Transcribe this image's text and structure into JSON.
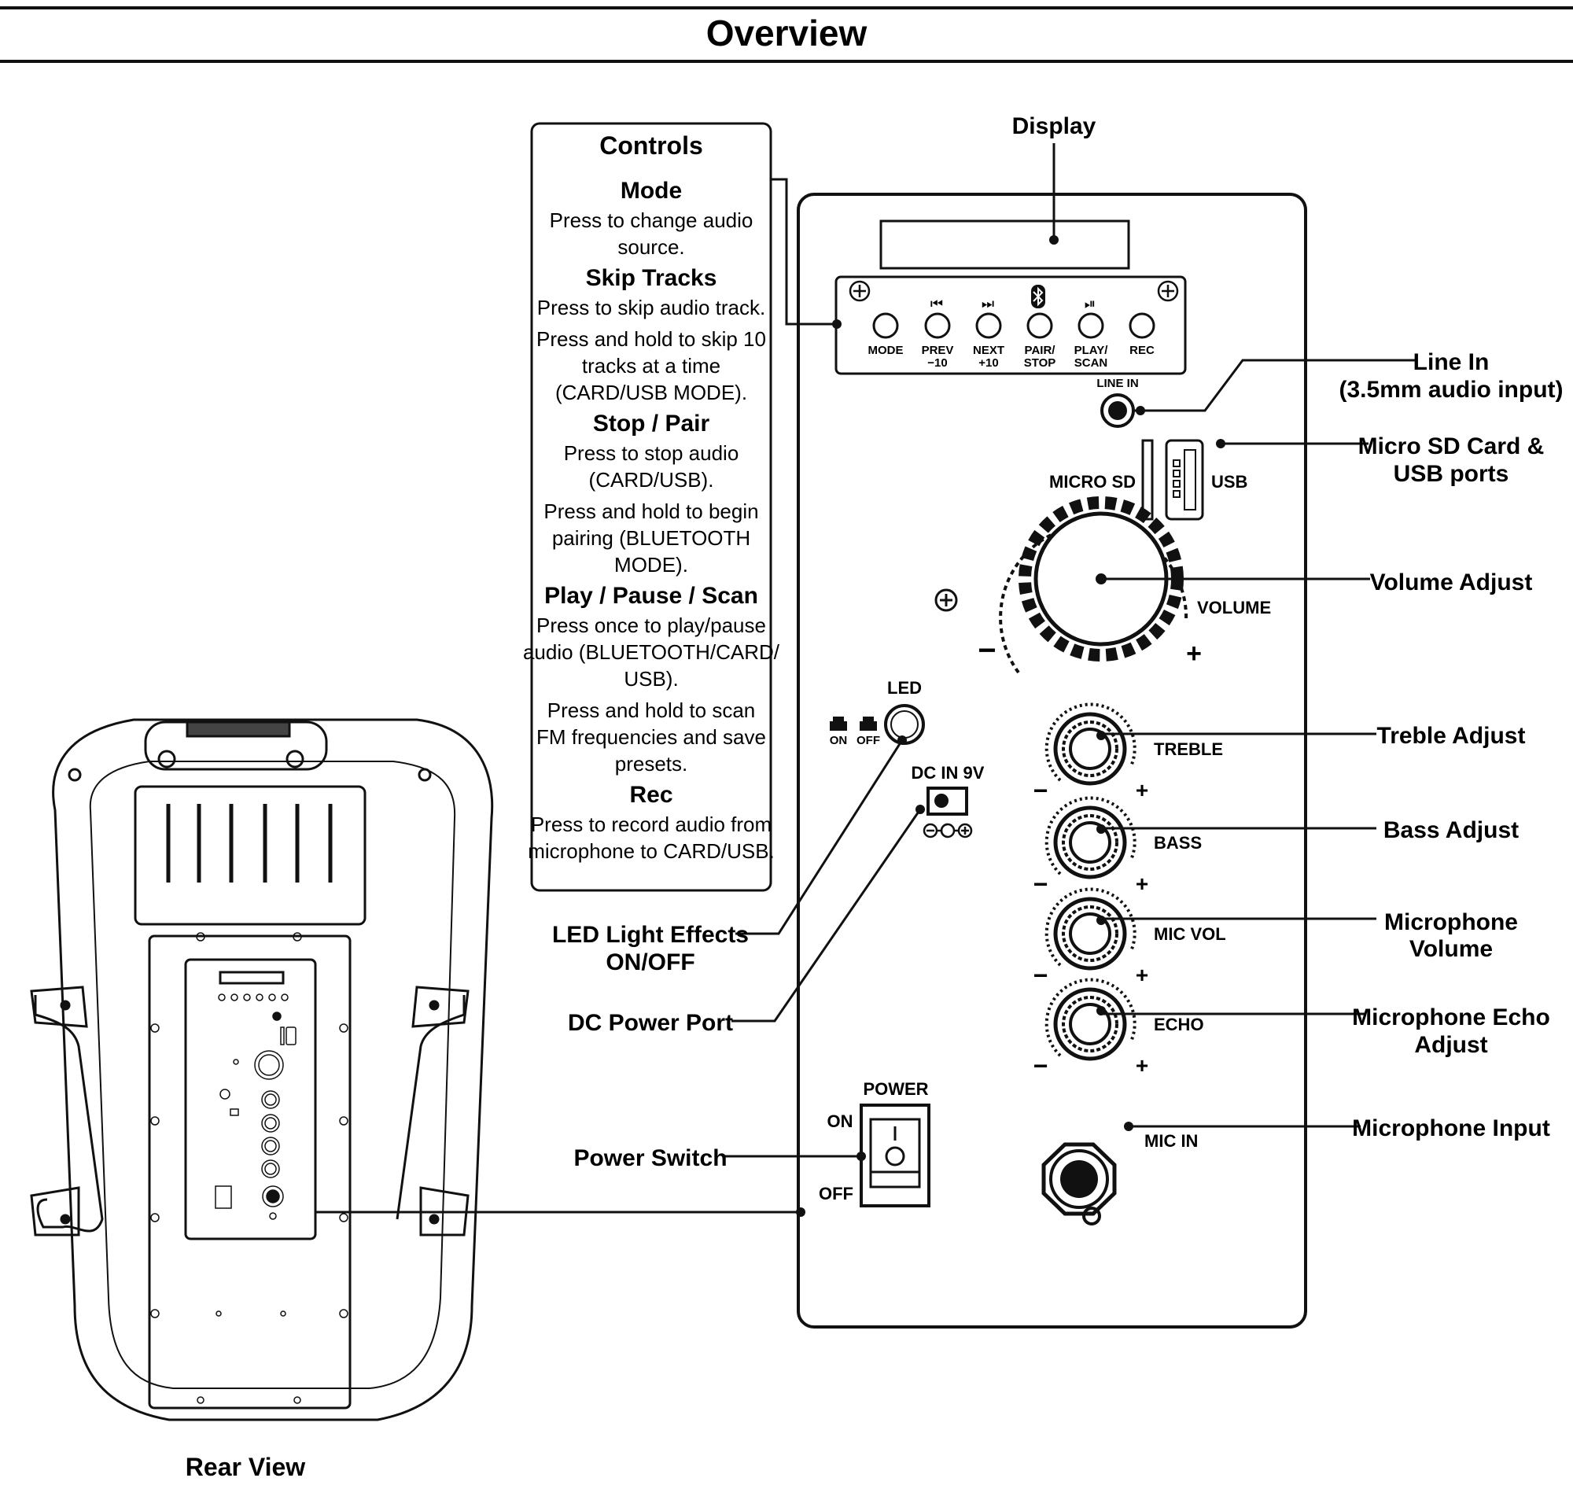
{
  "page": {
    "title": "Overview",
    "rear_view_caption": "Rear View"
  },
  "controls_box": {
    "heading": "Controls",
    "sections": [
      {
        "name": "Mode",
        "lines": [
          "Press to change audio",
          "source."
        ]
      },
      {
        "name": "Skip Tracks",
        "lines": [
          "Press to skip audio track.",
          "Press and hold to skip 10",
          "tracks at a time",
          "(CARD/USB MODE)."
        ]
      },
      {
        "name": "Stop / Pair",
        "lines": [
          "Press to stop audio",
          "(CARD/USB).",
          "Press and hold to begin",
          "pairing (BLUETOOTH",
          "MODE)."
        ]
      },
      {
        "name": "Play / Pause / Scan",
        "lines": [
          "Press once to play/pause",
          "audio (BLUETOOTH/CARD/",
          "USB).",
          "Press and hold to scan",
          "FM frequencies and save",
          "presets."
        ]
      },
      {
        "name": "Rec",
        "lines": [
          "Press to record audio from",
          "microphone to CARD/USB."
        ]
      }
    ]
  },
  "panel": {
    "buttons": [
      {
        "label1": "MODE",
        "label2": ""
      },
      {
        "label1": "PREV",
        "label2": "−10"
      },
      {
        "label1": "NEXT",
        "label2": "+10"
      },
      {
        "label1": "PAIR/",
        "label2": "STOP"
      },
      {
        "label1": "PLAY/",
        "label2": "SCAN"
      },
      {
        "label1": "REC",
        "label2": ""
      }
    ],
    "line_in": "LINE IN",
    "micro_sd": "MICRO SD",
    "usb": "USB",
    "volume": "VOLUME",
    "led": "LED",
    "led_on": "ON",
    "led_off": "OFF",
    "dc_in": "DC IN 9V",
    "knobs": [
      "TREBLE",
      "BASS",
      "MIC VOL",
      "ECHO"
    ],
    "power": "POWER",
    "power_on": "ON",
    "power_off": "OFF",
    "mic_in": "MIC IN",
    "minus": "−",
    "plus": "+"
  },
  "callouts": {
    "display": "Display",
    "line_in_1": "Line In",
    "line_in_2": "(3.5mm audio input)",
    "sd_usb_1": "Micro SD Card &",
    "sd_usb_2": "USB ports",
    "volume": "Volume Adjust",
    "treble": "Treble Adjust",
    "bass": "Bass Adjust",
    "mic_vol_1": "Microphone",
    "mic_vol_2": "Volume",
    "echo_1": "Microphone Echo",
    "echo_2": "Adjust",
    "mic_in": "Microphone Input",
    "led_1": "LED Light Effects",
    "led_2": "ON/OFF",
    "dc": "DC Power Port",
    "power": "Power Switch"
  }
}
